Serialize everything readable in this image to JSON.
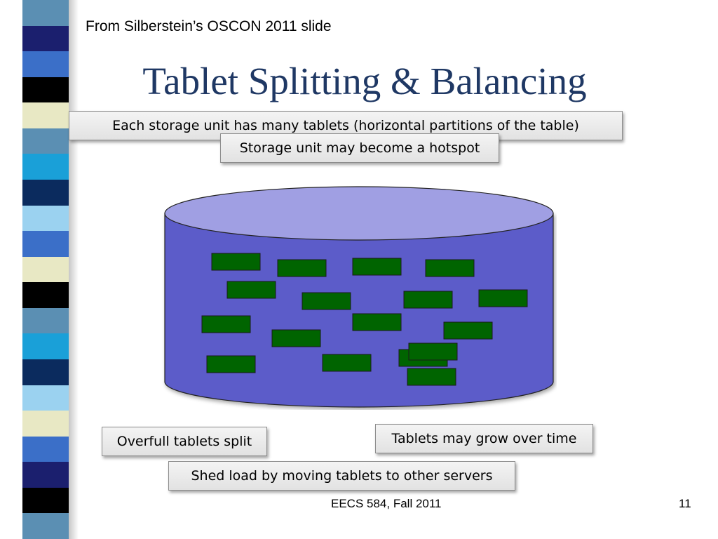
{
  "slide": {
    "source_note": "From Silberstein’s OSCON 2011 slide",
    "title": "Tablet Splitting & Balancing",
    "footer": "EECS 584, Fall 2011",
    "page_number": "11"
  },
  "callouts": {
    "tablets_per_unit": "Each storage unit has many tablets (horizontal partitions of the table)",
    "hotspot": "Storage unit may become a hotspot",
    "split": "Overfull tablets split",
    "grow": "Tablets may grow over time",
    "shed_load": "Shed load by moving tablets to other servers"
  },
  "colors": {
    "title": "#1f3864",
    "cylinder_top": "#a09fe3",
    "cylinder_body": "#5b5bc9",
    "tablet": "#006400"
  },
  "stripe_colors": [
    "#5b8fb3",
    "#1b1f6e",
    "#3b6fc8",
    "#000000",
    "#e8e8c4",
    "#5b8fb3",
    "#1aa0d8",
    "#0b2b5e",
    "#9bd2f0",
    "#3b6fc8",
    "#e8e8c4",
    "#000000",
    "#5b8fb3",
    "#1aa0d8",
    "#0b2b5e",
    "#9bd2f0",
    "#e8e8c4",
    "#3b6fc8",
    "#1b1f6e",
    "#000000",
    "#5b8fb3"
  ]
}
